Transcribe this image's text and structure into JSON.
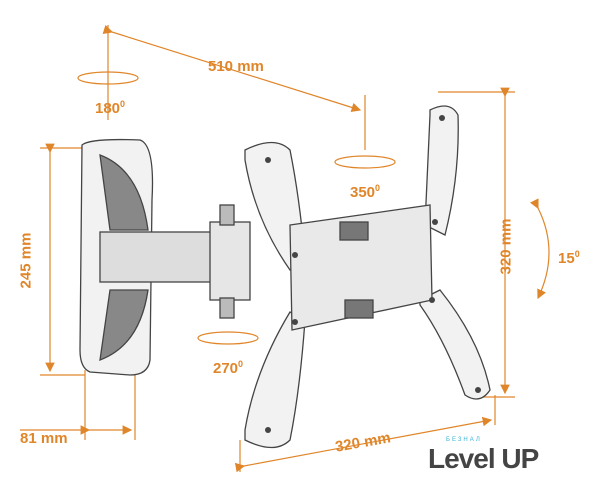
{
  "colors": {
    "dimension": "#e0862a",
    "product": "#555555",
    "logo_accent": "#3ab4d4"
  },
  "dimensions": {
    "arm_extension": "510 mm",
    "wall_rotation": "180",
    "plate_rotation": "350",
    "plate_height": "320 mm",
    "tilt": "15",
    "wall_plate_height": "245 mm",
    "arm_rotation": "270",
    "wall_plate_width": "81 mm",
    "plate_width": "320 mm",
    "degree_mark": "0"
  },
  "logo": {
    "sub": "БЕЗНАЛ",
    "main": "Level UP"
  }
}
